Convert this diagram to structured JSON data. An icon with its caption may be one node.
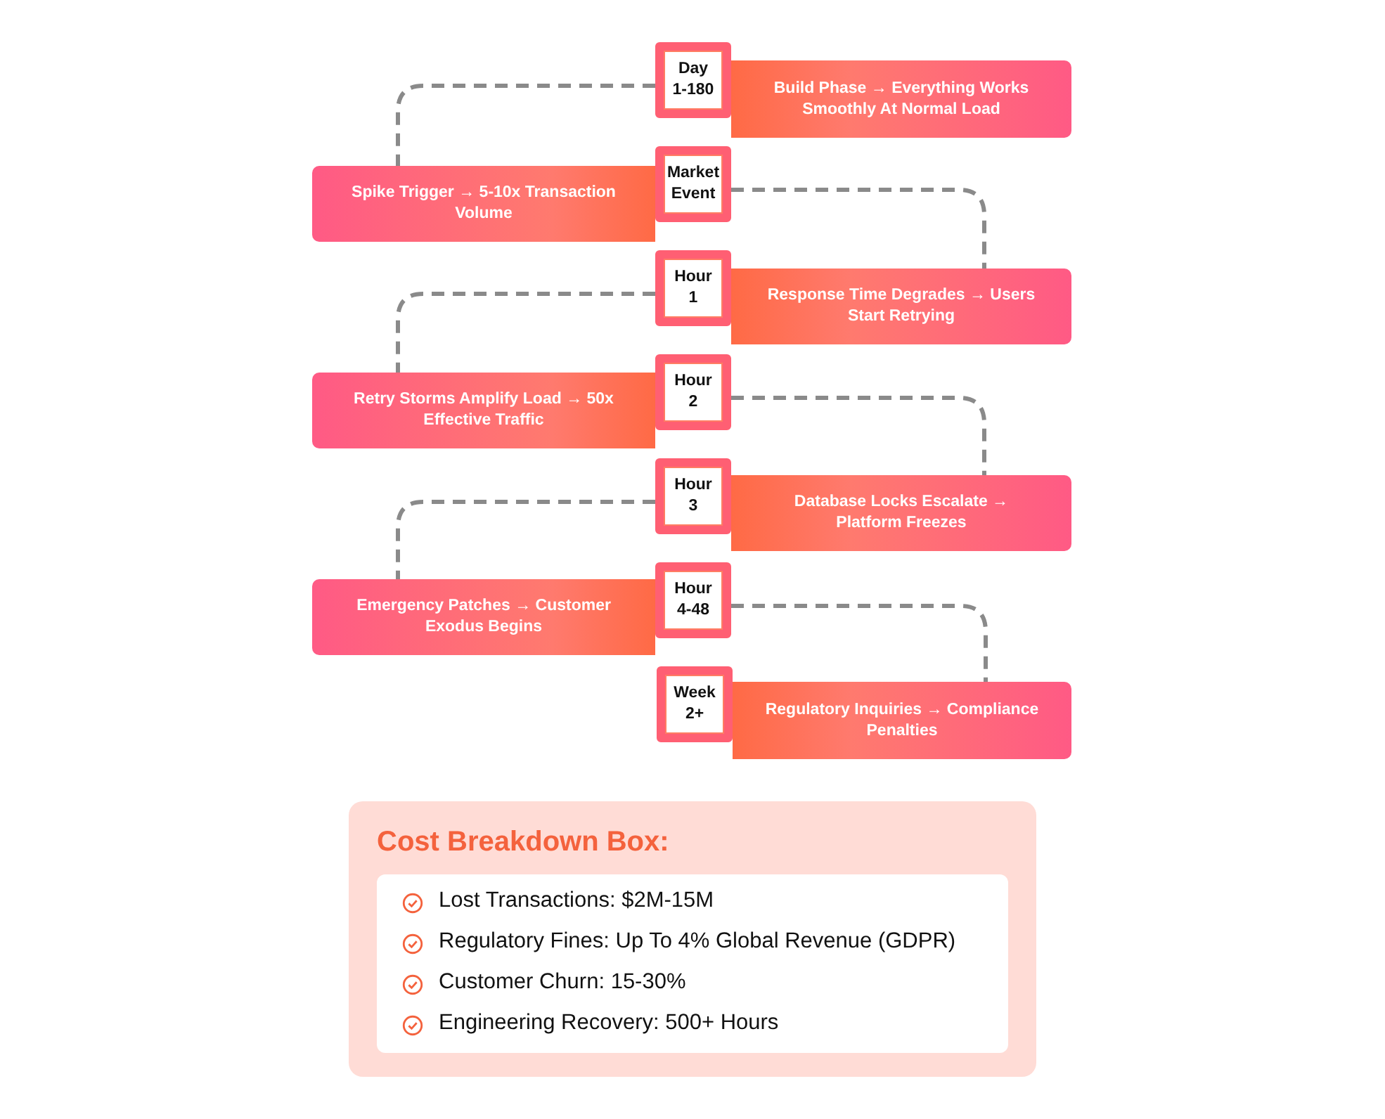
{
  "diagram": {
    "nodes": [
      {
        "text": [
          "Day 1-180"
        ]
      },
      {
        "text": [
          "Build Phase → Everything Works Smoothly At Normal Load"
        ]
      },
      {
        "text": [
          "Market Event"
        ]
      },
      {
        "text": [
          "Spike Trigger → 5-10x Transaction Volume"
        ]
      },
      {
        "text": [
          "Hour 1"
        ]
      },
      {
        "text": [
          "Response Time Degrades → Users Start Retrying"
        ]
      },
      {
        "text": [
          "Hour 2"
        ]
      },
      {
        "text": [
          "Retry Storms Amplify Load → 50x Effective Traffic"
        ]
      },
      {
        "text": [
          "Hour 3"
        ]
      },
      {
        "text": [
          "Database Locks Escalate → Platform Freezes"
        ]
      },
      {
        "text": [
          "Hour 4-48"
        ]
      },
      {
        "text": [
          "Emergency Patches → Customer Exodus Begins"
        ]
      },
      {
        "text": [
          "Week 2+"
        ]
      },
      {
        "text": [
          "Regulatory Inquiries → Compliance Penalties"
        ]
      },
      {
        "text": [
          "Cost Breakdown Box:"
        ]
      },
      {
        "text": [
          "Lost Transactions: $2M-15M",
          "Regulatory Fines: Up To 4% Global Revenue (GDPR)",
          "Customer Churn: 15-30%",
          "Engineering Recovery: 500+ Hours"
        ],
        "in": 14
      }
    ],
    "edges": [
      {
        "from": 0,
        "to": 3,
        "arrow": "none",
        "style": "dashed"
      },
      {
        "from": 2,
        "to": 5,
        "arrow": "none",
        "style": "dashed"
      },
      {
        "from": 4,
        "to": 7,
        "arrow": "none",
        "style": "dashed"
      },
      {
        "from": 6,
        "to": 9,
        "arrow": "none",
        "style": "dashed"
      },
      {
        "from": 8,
        "to": 11,
        "arrow": "none",
        "style": "dashed"
      },
      {
        "from": 10,
        "to": 13,
        "arrow": "none",
        "style": "dashed"
      }
    ]
  }
}
